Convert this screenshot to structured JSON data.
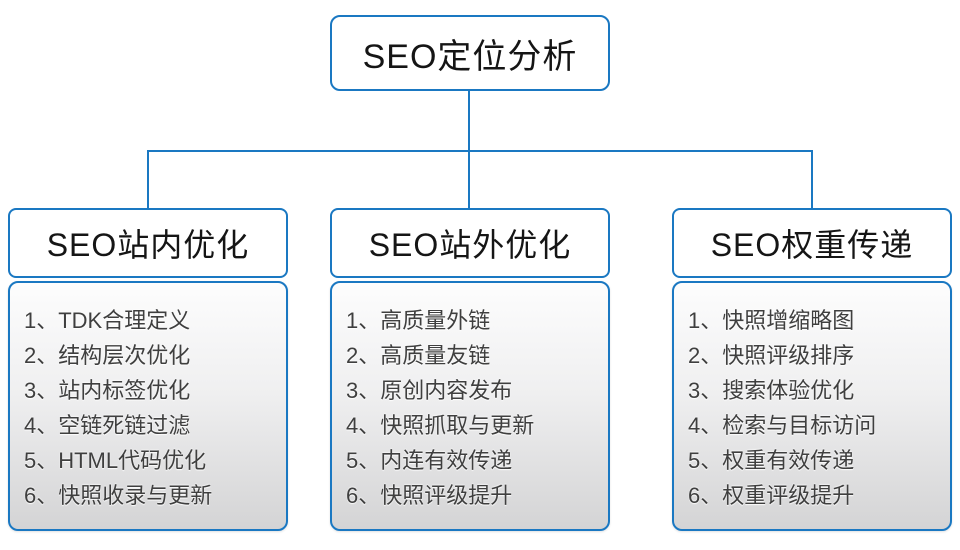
{
  "diagram": {
    "root": {
      "title": "SEO定位分析"
    },
    "branches": [
      {
        "title": "SEO站内优化",
        "items": [
          "1、TDK合理定义",
          "2、结构层次优化",
          "3、站内标签优化",
          "4、空链死链过滤",
          "5、HTML代码优化",
          "6、快照收录与更新"
        ]
      },
      {
        "title": "SEO站外优化",
        "items": [
          "1、高质量外链",
          "2、高质量友链",
          "3、原创内容发布",
          "4、快照抓取与更新",
          "5、内连有效传递",
          "6、快照评级提升"
        ]
      },
      {
        "title": "SEO权重传递",
        "items": [
          "1、快照增缩略图",
          "2、快照评级排序",
          "3、搜索体验优化",
          "4、检索与目标访问",
          "5、权重有效传递",
          "6、权重评级提升"
        ]
      }
    ],
    "colors": {
      "accent_blue": "#1a78c2",
      "header_text": "#151515",
      "item_text": "#3f3f3f",
      "panel_gradient_top": "#fdfdfd",
      "panel_gradient_bottom": "#d4d4d5"
    }
  }
}
